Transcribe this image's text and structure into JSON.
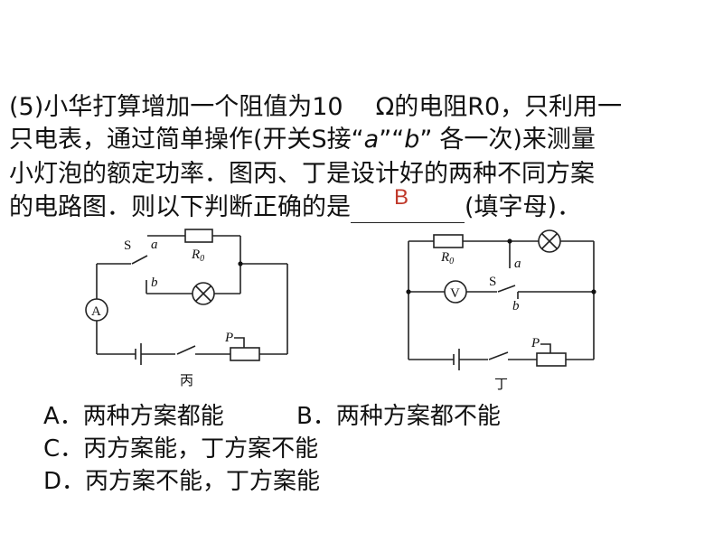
{
  "question": {
    "line1_prefix": "(5)小华打算增加一个阻值为10",
    "line1_unit": "Ω的电阻R0，只利用一",
    "line2_prefix": "只电表，通过简单操作(开关S接",
    "line2_open_quote": "“",
    "line2_a": "a",
    "line2_mid_quote": "”“",
    "line2_b": "b",
    "line2_close_quote": "”",
    "line2_suffix": "各一次)来测量",
    "line3": "小灯泡的额定功率．图丙、丁是设计好的两种不同方案",
    "line4_prefix": "的电路图．则以下判断正确的是",
    "line4_suffix": "(填字母)．",
    "answer": "B"
  },
  "circuit_bing": {
    "switch_label": "S",
    "terminal_a": "a",
    "terminal_b": "b",
    "resistor_label": "R",
    "resistor_sub": "0",
    "ammeter_label": "A",
    "slider_label": "P",
    "caption": "丙"
  },
  "circuit_ding": {
    "switch_label": "S",
    "terminal_a": "a",
    "terminal_b": "b",
    "resistor_label": "R",
    "resistor_sub": "0",
    "voltmeter_label": "V",
    "slider_label": "P",
    "caption": "丁"
  },
  "options": [
    {
      "text": "A．两种方案都能"
    },
    {
      "text": "B．两种方案都不能"
    },
    {
      "text": "C．丙方案能，丁方案不能"
    },
    {
      "text": "D．丙方案不能，丁方案能"
    }
  ]
}
